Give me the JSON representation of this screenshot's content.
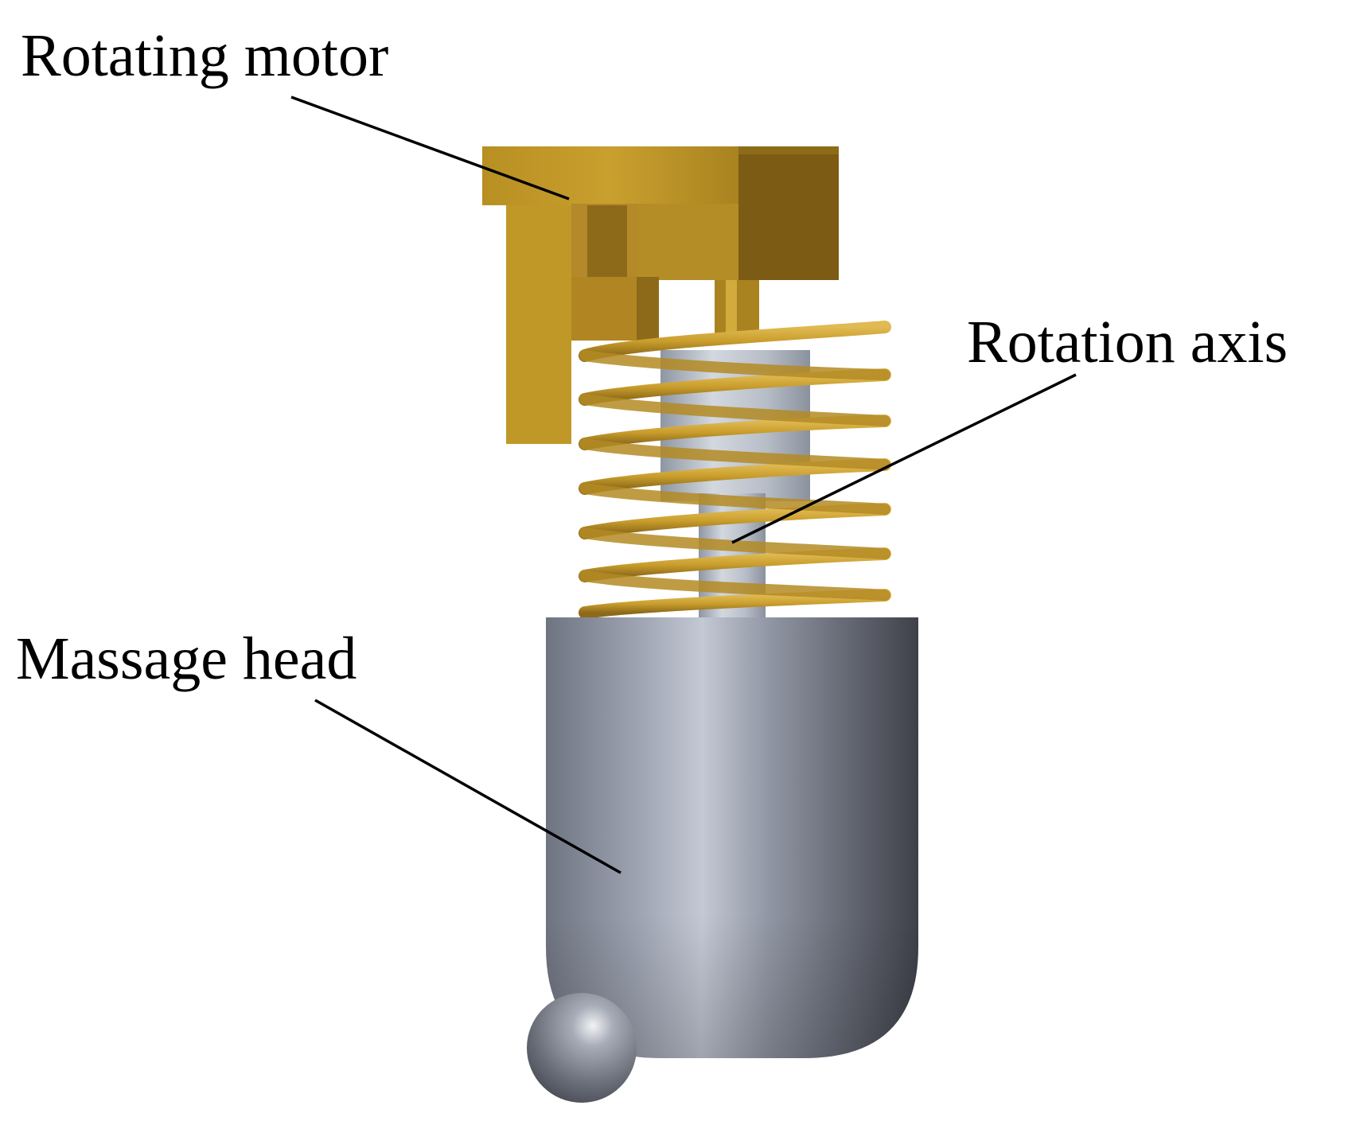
{
  "labels": {
    "rotating_motor": "Rotating motor",
    "rotation_axis": "Rotation axis",
    "massage_head": "Massage head"
  },
  "colors": {
    "motor_gold": "#c79e2a",
    "motor_gold_dark": "#7c5c14",
    "spring_gold": "#c99d2c",
    "shaft_light": "#c7cdd6",
    "head_gray": "#8a909e",
    "head_dark": "#4c4f5a",
    "leader_line": "#000000"
  }
}
